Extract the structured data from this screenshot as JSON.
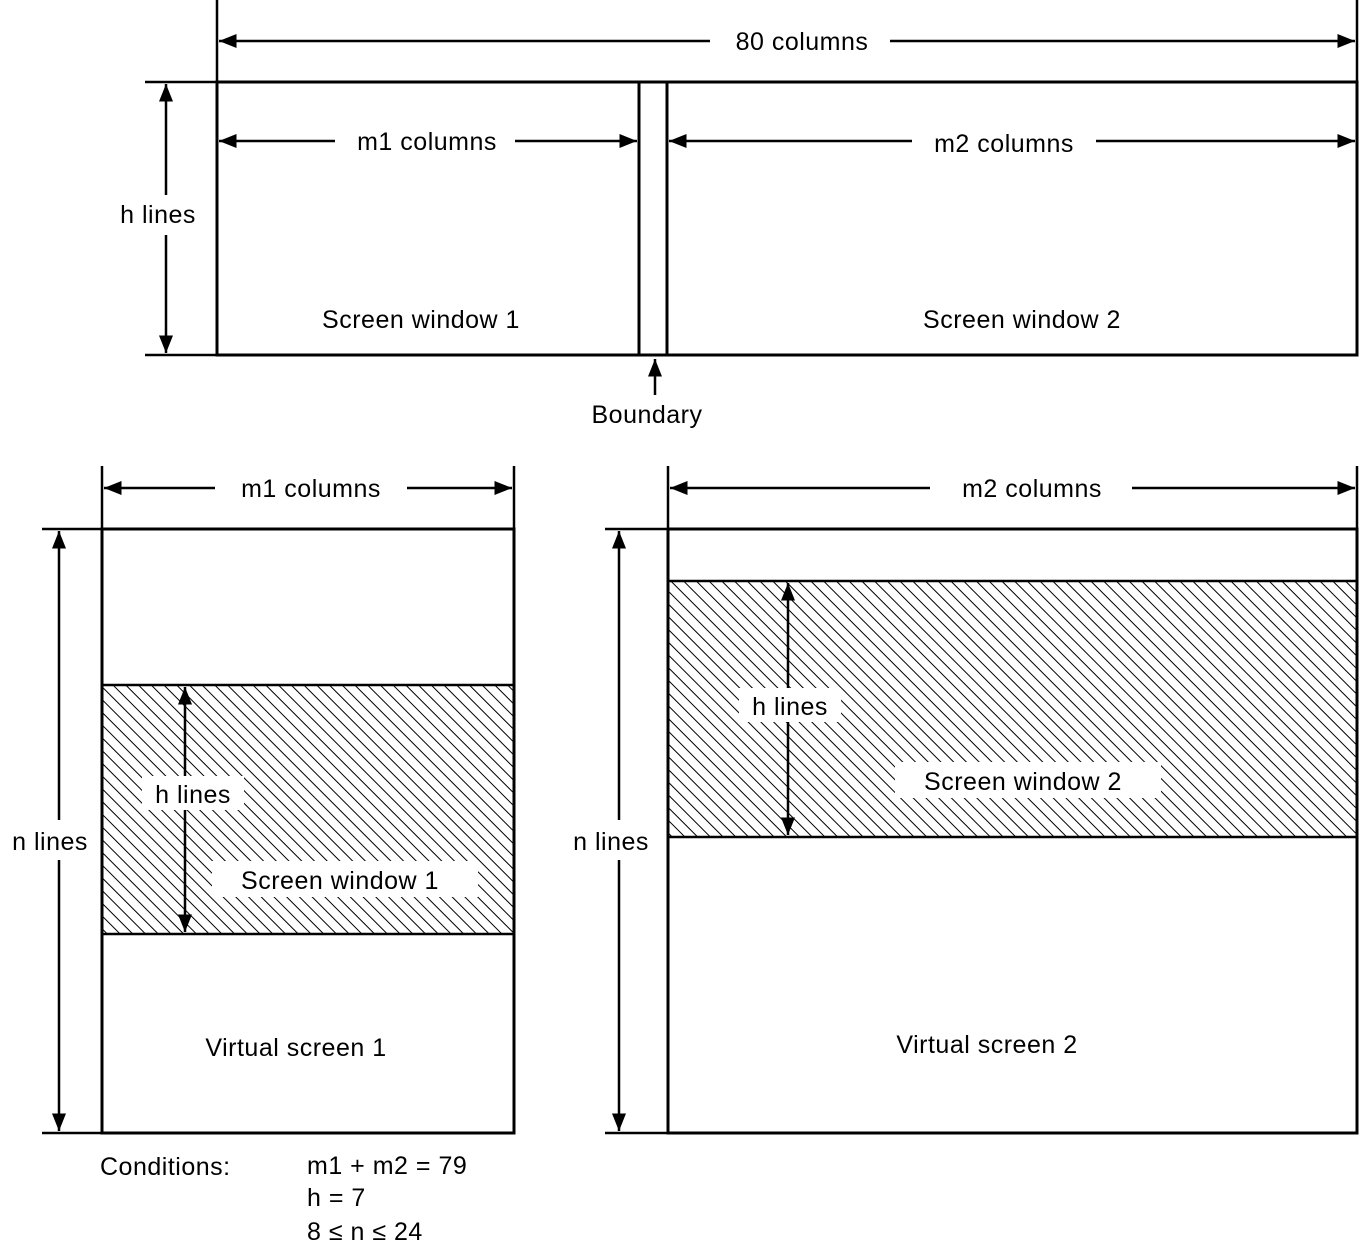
{
  "top": {
    "total_width_label": "80 columns",
    "height_label": "h lines",
    "m1_label": "m1 columns",
    "m2_label": "m2 columns",
    "window1_label": "Screen window 1",
    "window2_label": "Screen window 2",
    "boundary_label": "Boundary"
  },
  "virtual1": {
    "width_label": "m1 columns",
    "height_label": "n lines",
    "window_height_label": "h lines",
    "window_label": "Screen window 1",
    "screen_label": "Virtual screen 1"
  },
  "virtual2": {
    "width_label": "m2 columns",
    "height_label": "n lines",
    "window_height_label": "h lines",
    "window_label": "Screen window 2",
    "screen_label": "Virtual screen 2"
  },
  "conditions": {
    "title": "Conditions:",
    "lines": [
      "m1 + m2 = 79",
      "h = 7",
      "8 ≤ n ≤ 24"
    ]
  }
}
